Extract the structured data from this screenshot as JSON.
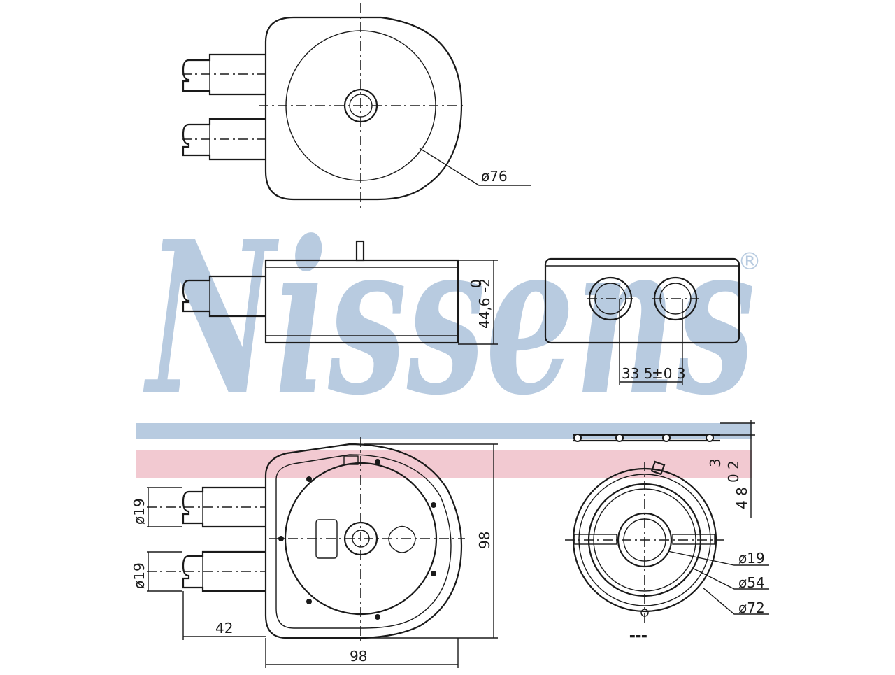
{
  "brand": {
    "watermark": "Nissens",
    "registered_mark": "®",
    "watermark_color": "#b8cbe0",
    "stripe_blue": "#b8cbe0",
    "stripe_red": "#f2c9d1"
  },
  "dimensions": {
    "top_diameter": "ø76",
    "side_height": "44,6",
    "side_height_tol": "-2",
    "side_height_tol_top": "0",
    "port_spacing": "33 5",
    "port_spacing_tol": "±0 3",
    "inlet_diameter_1": "ø19",
    "inlet_diameter_2": "ø19",
    "pipe_length": "42",
    "body_width": "98",
    "body_height": "98",
    "gasket_thickness": "3",
    "overall_height": "4 8",
    "overall_height_tol": "0 2",
    "bore_diameter": "ø19",
    "inner_diameter": "ø54",
    "outer_diameter": "ø72"
  }
}
